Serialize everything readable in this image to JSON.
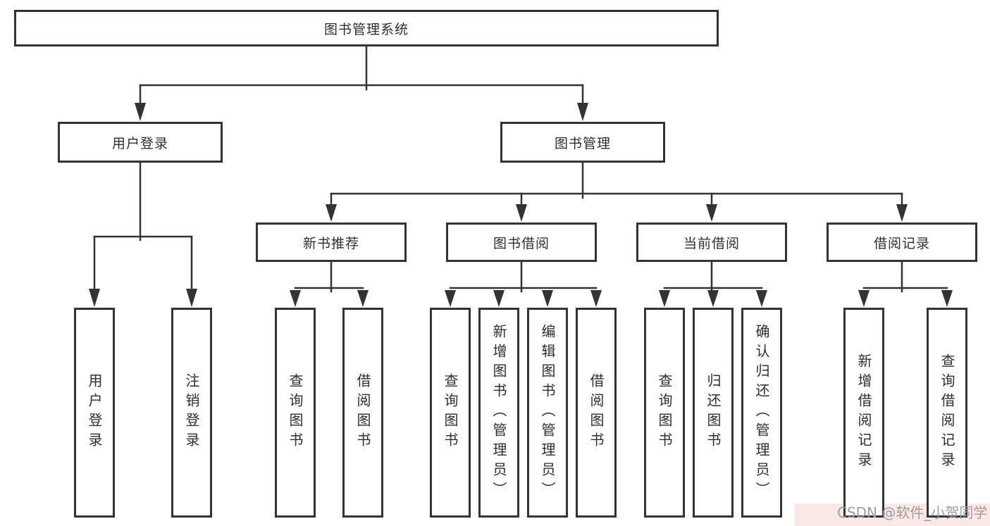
{
  "diagram_title": "图书管理系统",
  "tree": {
    "root": "图书管理系统",
    "level2": [
      {
        "label": "用户登录",
        "children": [
          "用户登录",
          "注销登录"
        ]
      },
      {
        "label": "图书管理",
        "children": [
          {
            "label": "新书推荐",
            "children": [
              "查询图书",
              "借阅图书"
            ]
          },
          {
            "label": "图书借阅",
            "children": [
              "查询图书",
              "新增图书（管理员）",
              "编辑图书（管理员）",
              "借阅图书"
            ]
          },
          {
            "label": "当前借阅",
            "children": [
              "查询图书",
              "归还图书",
              "确认归还（管理员）"
            ]
          },
          {
            "label": "借阅记录",
            "children": [
              "新增借阅记录",
              "查询借阅记录"
            ]
          }
        ]
      }
    ]
  },
  "watermark": {
    "text": "CSDN @软件_小贺同学"
  },
  "colors": {
    "line": "#333333",
    "box_border": "#333333",
    "text": "#2e2e2e",
    "background": "#ffffff",
    "watermark_bg": "#fbe7e6",
    "watermark_text": "#9d9da0"
  }
}
